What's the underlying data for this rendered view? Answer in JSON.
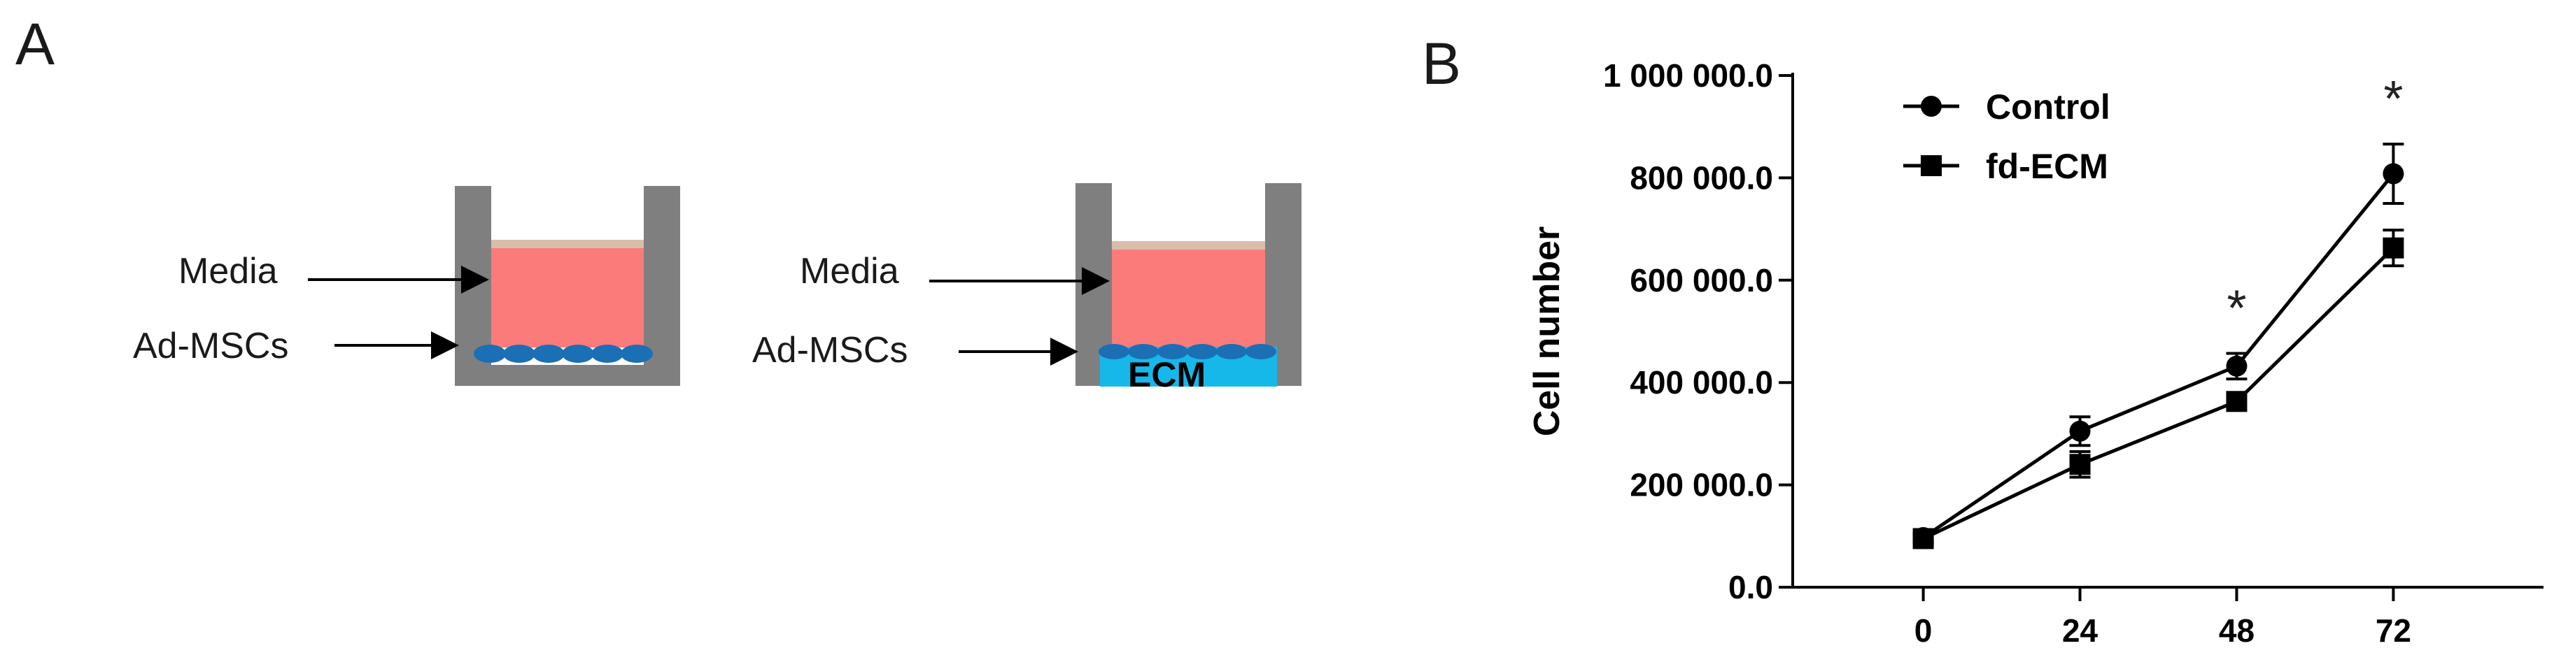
{
  "panel_a": {
    "letter": "A",
    "left_well": {
      "media_label": "Media",
      "cells_label": "Ad-MSCs"
    },
    "right_well": {
      "media_label": "Media",
      "cells_label": "Ad-MSCs",
      "ecm_label": "ECM"
    },
    "colors": {
      "well": "#7f7f7f",
      "media": "#fb7b7b",
      "media_top": "#d8bda8",
      "cells": "#1a6fb5",
      "ecm": "#16b8ea"
    }
  },
  "panel_b": {
    "letter": "B"
  },
  "chart_data": {
    "type": "line",
    "title": "",
    "xlabel": "",
    "ylabel": "Cell number",
    "x": [
      0,
      24,
      48,
      72
    ],
    "x_tick_labels": [
      "0",
      "24",
      "48",
      "72"
    ],
    "xlim": [
      -20,
      95
    ],
    "ylim": [
      0,
      1000000
    ],
    "y_ticks": [
      0,
      200000,
      400000,
      600000,
      800000,
      1000000
    ],
    "y_tick_labels": [
      "0.0",
      "200 000.0",
      "400 000.0",
      "600 000.0",
      "800 000.0",
      "1 000 000.0"
    ],
    "grid": false,
    "legend_position": "top-left",
    "series": [
      {
        "name": "Control",
        "marker": "circle",
        "values": [
          97000,
          305000,
          432000,
          808000
        ],
        "errors": [
          8000,
          28000,
          25000,
          58000
        ]
      },
      {
        "name": "fd-ECM",
        "marker": "square",
        "values": [
          95000,
          240000,
          363000,
          663000
        ],
        "errors": [
          8000,
          25000,
          12000,
          35000
        ]
      }
    ],
    "annotations": [
      {
        "text": "*",
        "x": 48
      },
      {
        "text": "*",
        "x": 72
      }
    ]
  }
}
